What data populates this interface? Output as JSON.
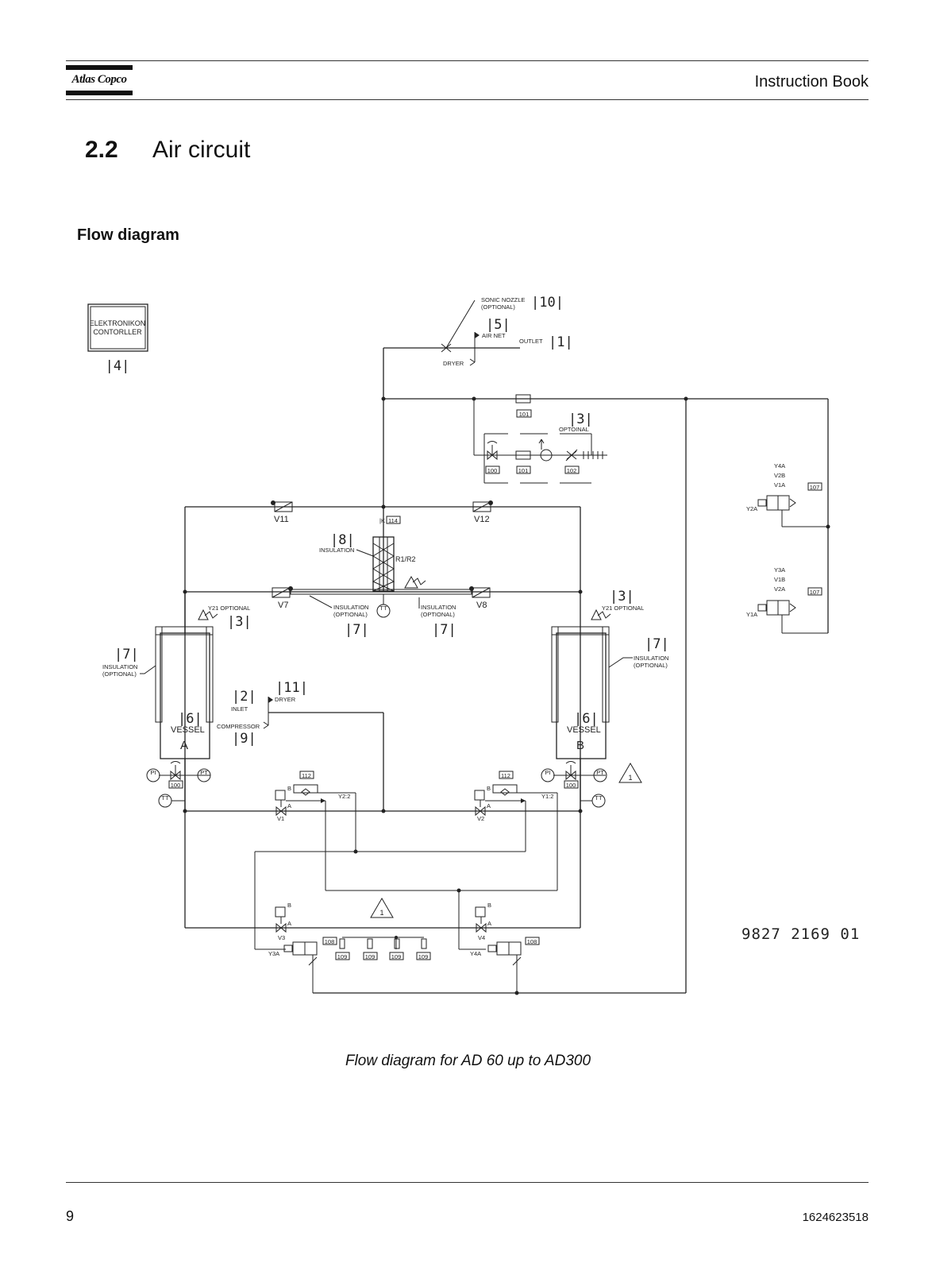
{
  "header": {
    "logo_text": "Atlas Copco",
    "right_title": "Instruction Book"
  },
  "section": {
    "number": "2.2",
    "title": "Air circuit"
  },
  "subheading": "Flow diagram",
  "caption": "Flow diagram for AD 60 up to AD300",
  "footer": {
    "page_number": "9",
    "doc_number": "1624623518"
  },
  "diagram": {
    "drawing_number": "9827 2169 01",
    "controller": {
      "line1": "ELEKTRONIKON",
      "line2": "CONTORLLER",
      "ref": "|4|"
    },
    "labels": {
      "sonic_nozzle": "SONIC NOZZLE",
      "optional": "(OPTIONAL)",
      "ref10": "|10|",
      "ref5": "|5|",
      "air_net": "AIR NET",
      "outlet": "OUTLET",
      "ref1": "|1|",
      "dryer": "DRYER",
      "ref3": "|3|",
      "optoinal": "OPTOINAL",
      "v11": "V11",
      "v12": "V12",
      "k114": "|K",
      "ref8": "|8|",
      "insulation": "INSULATION",
      "r1r2": "R1/R2",
      "v7": "V7",
      "v8": "V8",
      "ref7": "|7|",
      "ref6": "|6|",
      "vessel": "VESSEL",
      "vessel_a": "A",
      "vessel_b": "B",
      "ref2": "|2|",
      "inlet": "INLET",
      "ref11": "|11|",
      "compressor": "COMPRESSOR",
      "ref9": "|9|",
      "v1": "V1",
      "v2": "V2",
      "v3": "V3",
      "v4": "V4",
      "y22": "Y2:2",
      "y12": "Y1:2",
      "y3a": "Y3A",
      "y4a": "Y4A",
      "y2a": "Y2A",
      "y1a": "Y1A",
      "y4a_v2b_v1a": [
        "Y4A",
        "V2B",
        "V1A"
      ],
      "y3a_v1b_v2a": [
        "Y3A",
        "V1B",
        "V2A"
      ],
      "port_a": "A",
      "port_b": "B",
      "pi": "PI",
      "pt": "PT",
      "tt": "TT",
      "t_opt": "Y21 OPTIONAL",
      "warning_num": "1"
    },
    "boxes": {
      "b100": "100",
      "b101": "101",
      "b102": "102",
      "b107": "107",
      "b108": "108",
      "b109": "109",
      "b112": "112",
      "b114": "114"
    }
  }
}
